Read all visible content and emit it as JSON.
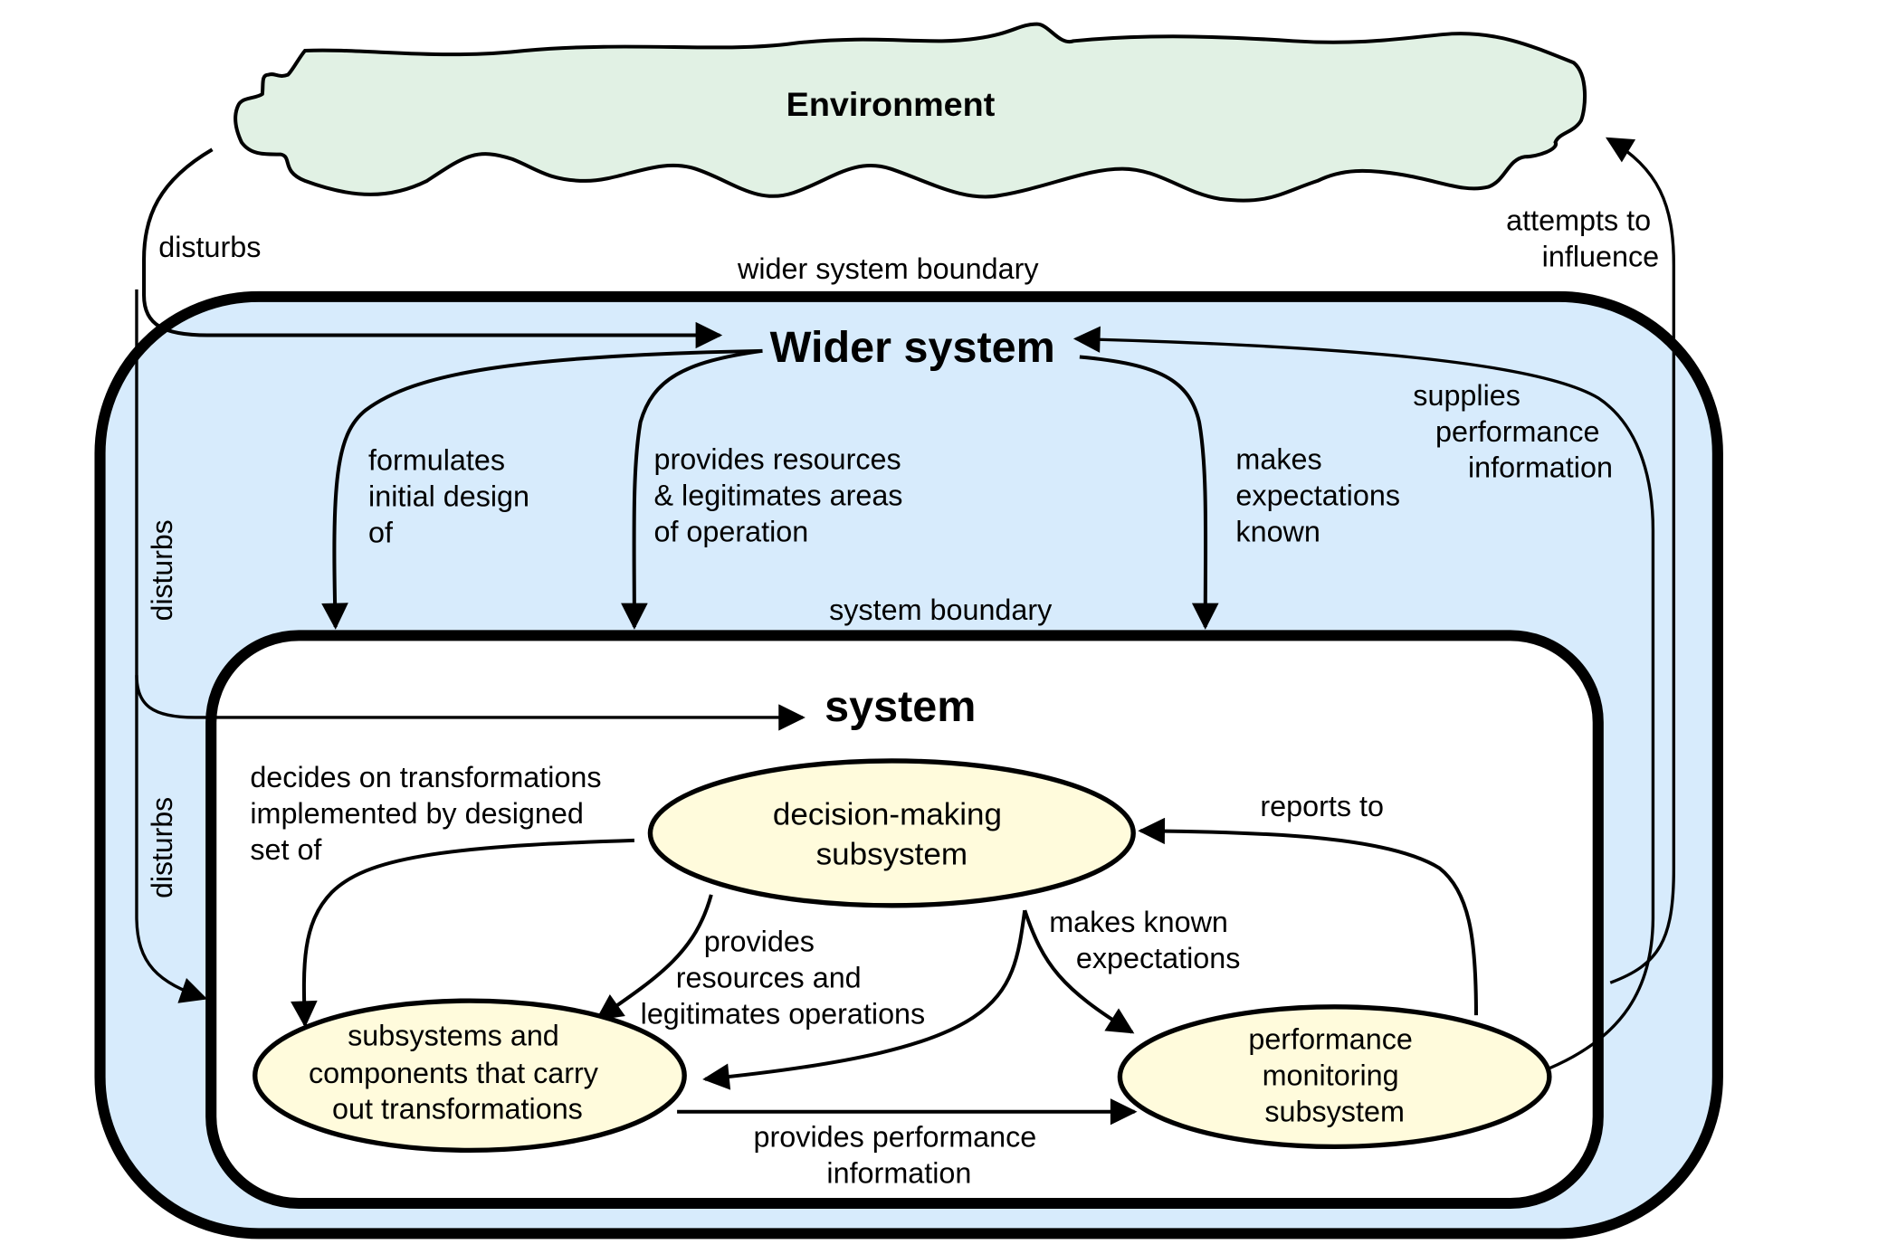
{
  "colors": {
    "environment_fill": "#e1f1e4",
    "wider_system_fill": "#d7ebfc",
    "system_fill": "#ffffff",
    "subsystem_fill": "#fffbdc",
    "stroke": "#000000"
  },
  "environment": {
    "label": "Environment"
  },
  "wider_system": {
    "label": "Wider system",
    "boundary_label": "wider system boundary"
  },
  "system": {
    "label": "system",
    "boundary_label": "system boundary"
  },
  "nodes": {
    "decision_making": [
      "decision-making",
      "subsystem"
    ],
    "transformations": [
      "subsystems and",
      "components that carry",
      "out transformations"
    ],
    "performance_monitoring": [
      "performance",
      "monitoring",
      "subsystem"
    ]
  },
  "edges": {
    "env_disturbs_wider": [
      "disturbs"
    ],
    "env_disturbs_system": [
      "disturbs"
    ],
    "env_disturbs_transform": [
      "disturbs"
    ],
    "wider_attempts_influence": [
      "attempts to",
      "influence"
    ],
    "formulates": [
      "formulates",
      "initial design",
      "of"
    ],
    "provides_resources_wider": [
      "provides resources",
      "& legitimates areas",
      "of operation"
    ],
    "makes_expectations": [
      "makes",
      "expectations",
      "known"
    ],
    "supplies_performance": [
      "supplies",
      "performance",
      "information"
    ],
    "decides_on": [
      "decides on transformations",
      "implemented by designed",
      "set of"
    ],
    "provides_resources_sub": [
      "provides",
      "resources and",
      "legitimates operations"
    ],
    "makes_known_expectations": [
      "makes known",
      "expectations"
    ],
    "reports_to": [
      "reports to"
    ],
    "provides_performance_info": [
      "provides performance",
      "information"
    ]
  }
}
